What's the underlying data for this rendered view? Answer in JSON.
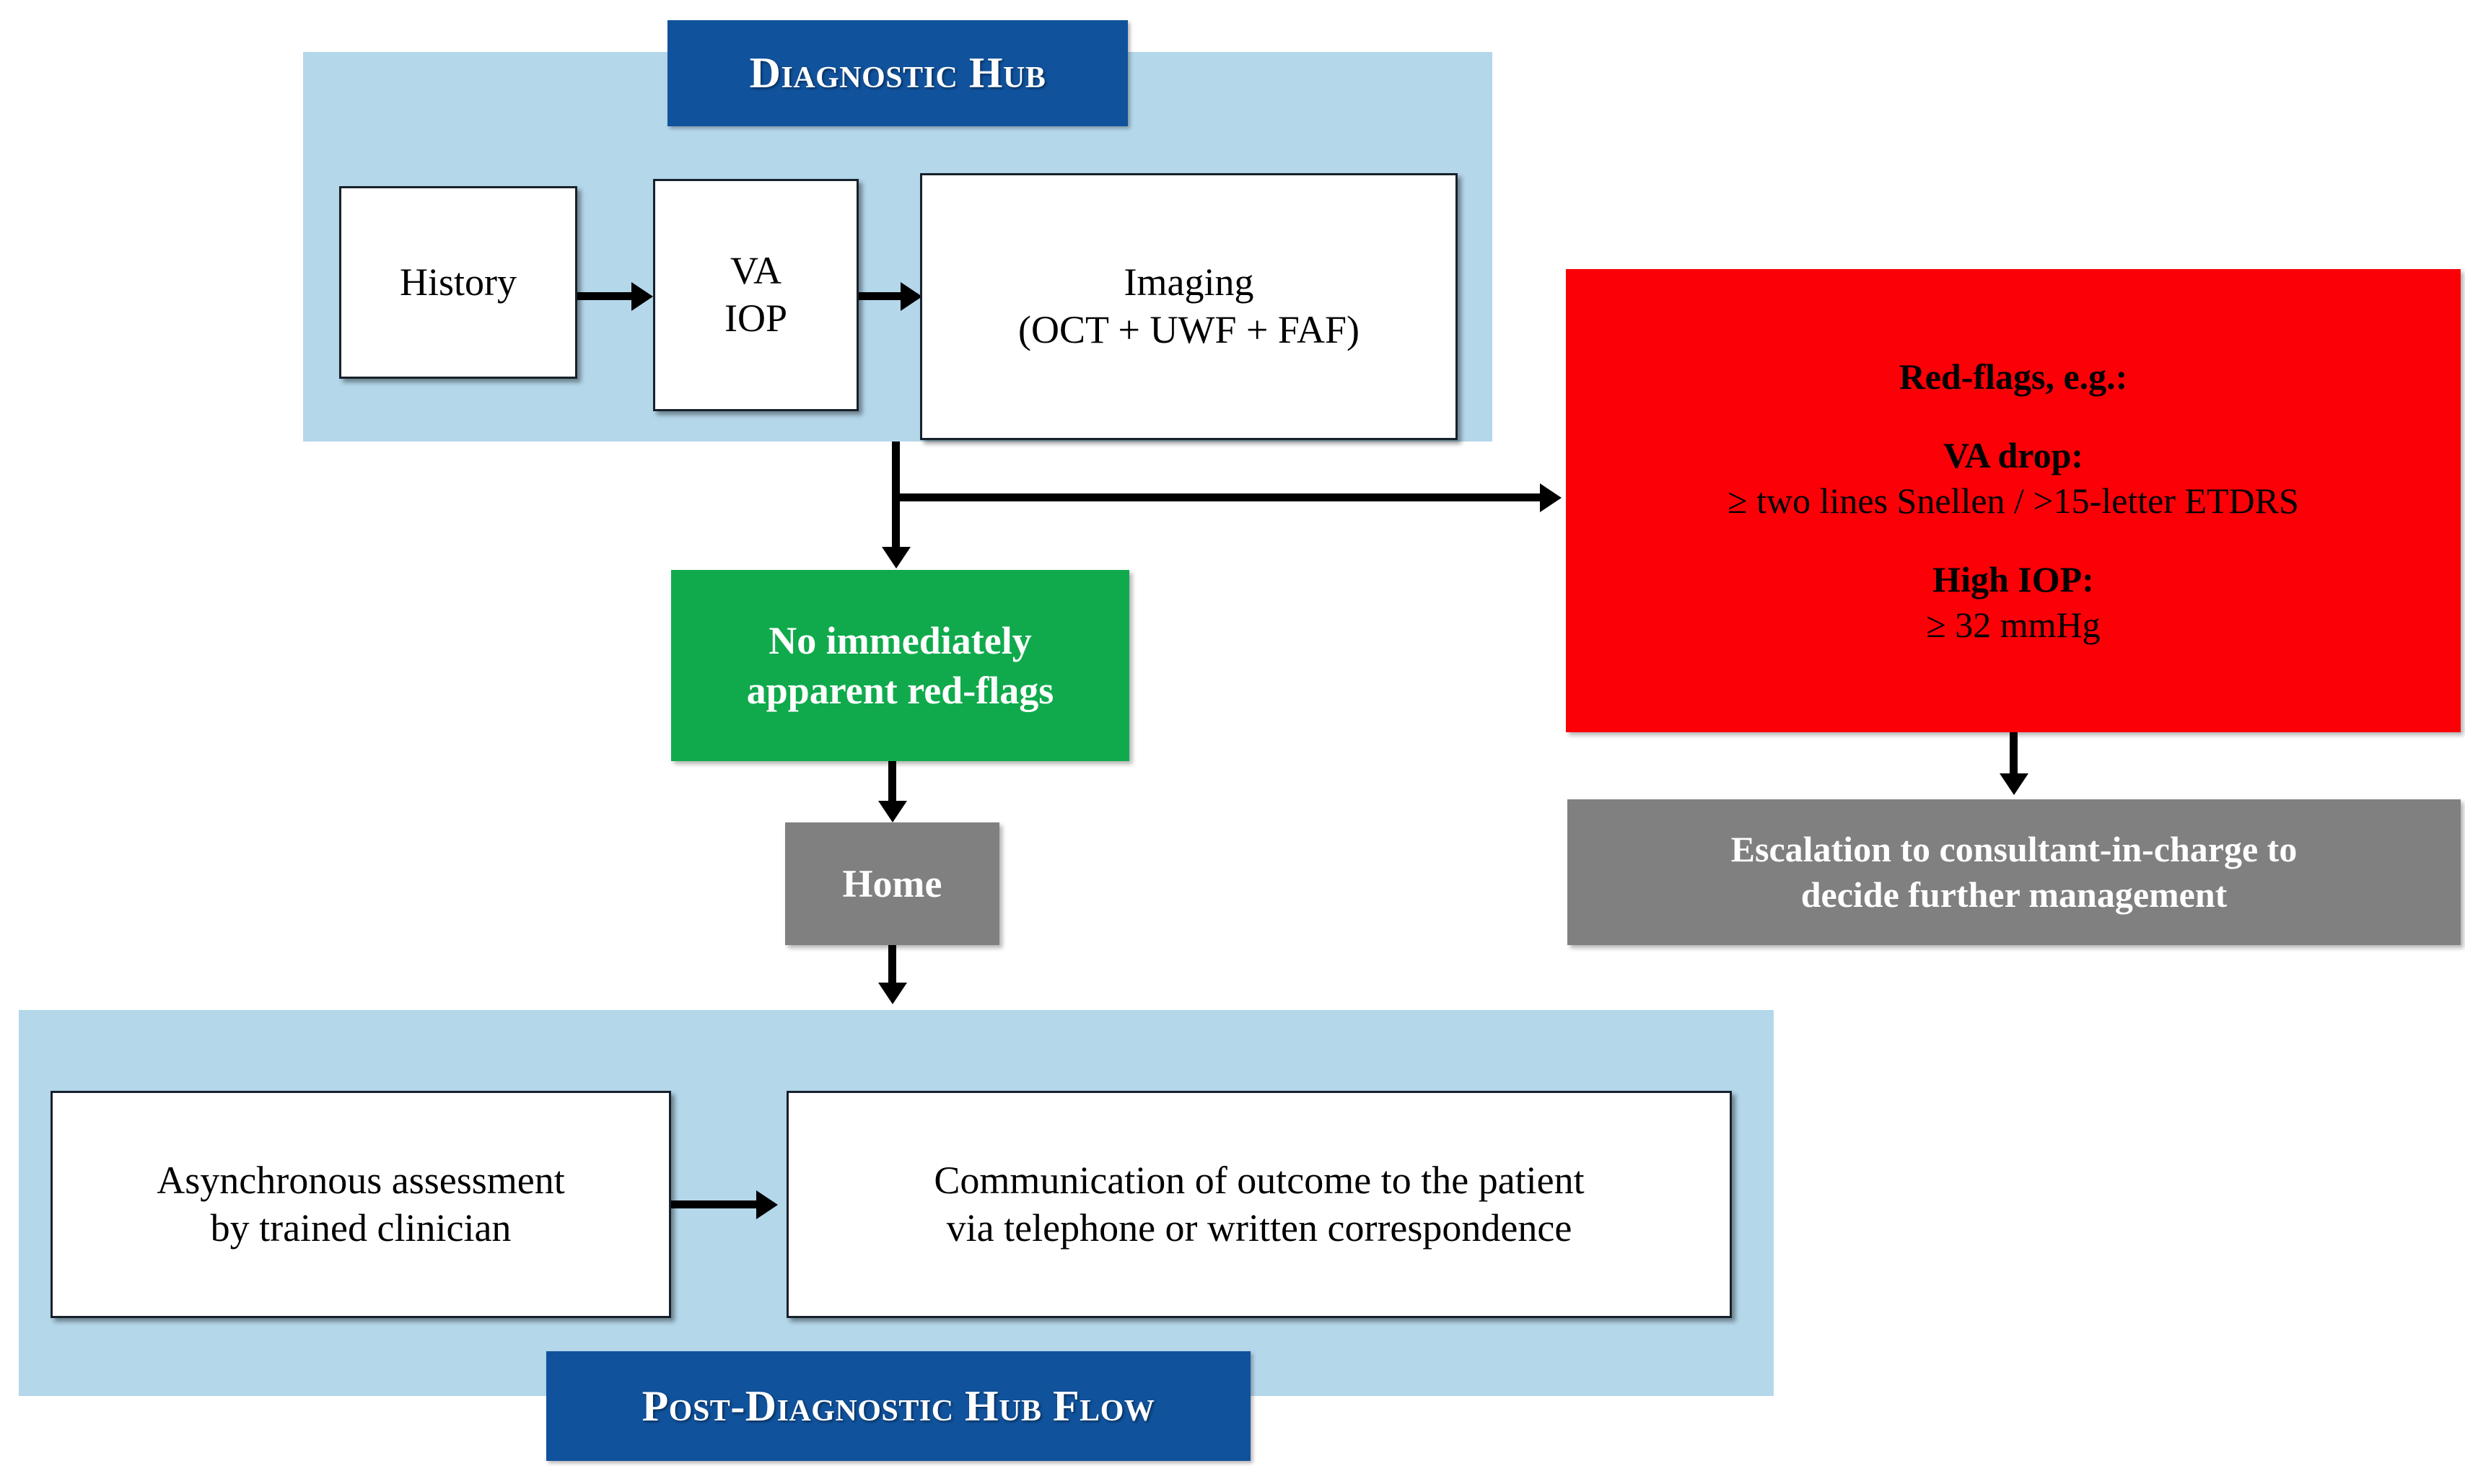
{
  "diagram": {
    "title": "Diagnostic Hub patient flow",
    "colors": {
      "panel_blue": "#b4d7ea",
      "banner_blue": "#10529c",
      "red_flag": "#fb0007",
      "green_clear": "#10aa4d",
      "grey_outcome": "#808080",
      "box_border": "#17212b",
      "connector": "#000000"
    }
  },
  "top_section": {
    "banner_label": "Diagnostic Hub",
    "steps": [
      {
        "line1": "History",
        "line2": ""
      },
      {
        "line1": "VA",
        "line2": "IOP"
      },
      {
        "line1": "Imaging",
        "line2": "(OCT + UWF + FAF)"
      }
    ]
  },
  "red_flags": {
    "heading": "Red-flags, e.g.:",
    "items": [
      {
        "label": "VA drop:",
        "detail": "≥ two lines Snellen / >15-letter ETDRS"
      },
      {
        "label": "High IOP:",
        "detail": "≥ 32 mmHg"
      }
    ]
  },
  "escalation": {
    "line1": "Escalation to consultant-in-charge to",
    "line2": "decide further management"
  },
  "no_red_flags": {
    "line1": "No immediately",
    "line2": "apparent red-flags"
  },
  "home": {
    "label": "Home"
  },
  "bottom_section": {
    "banner_label": "Post-Diagnostic Hub Flow",
    "steps": [
      {
        "line1": "Asynchronous assessment",
        "line2": "by trained clinician"
      },
      {
        "line1": "Communication of outcome to the patient",
        "line2": "via telephone or written correspondence"
      }
    ]
  }
}
